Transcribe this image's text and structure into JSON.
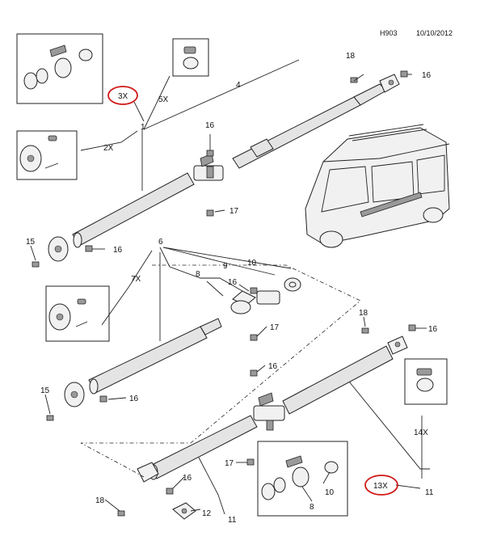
{
  "header": {
    "code": "H903",
    "date": "10/10/2012"
  },
  "callouts": {
    "c1": "1",
    "c2x": "2X",
    "c3x": "3X",
    "c4": "4",
    "c5x": "5X",
    "c6": "6",
    "c7x": "7X",
    "c8a": "8",
    "c8b": "8",
    "c9": "9",
    "c10a": "10",
    "c10b": "10",
    "c11a": "11",
    "c11b": "11",
    "c12": "12",
    "c13x": "13X",
    "c14x": "14X",
    "c15a": "15",
    "c15b": "15",
    "c16a": "16",
    "c16b": "16",
    "c16c": "16",
    "c16d": "16",
    "c16e": "16",
    "c16f": "16",
    "c16g": "16",
    "c16h": "16",
    "c17a": "17",
    "c17b": "17",
    "c17c": "17",
    "c18a": "18",
    "c18b": "18",
    "c18c": "18"
  },
  "highlight_color": "#d01818"
}
